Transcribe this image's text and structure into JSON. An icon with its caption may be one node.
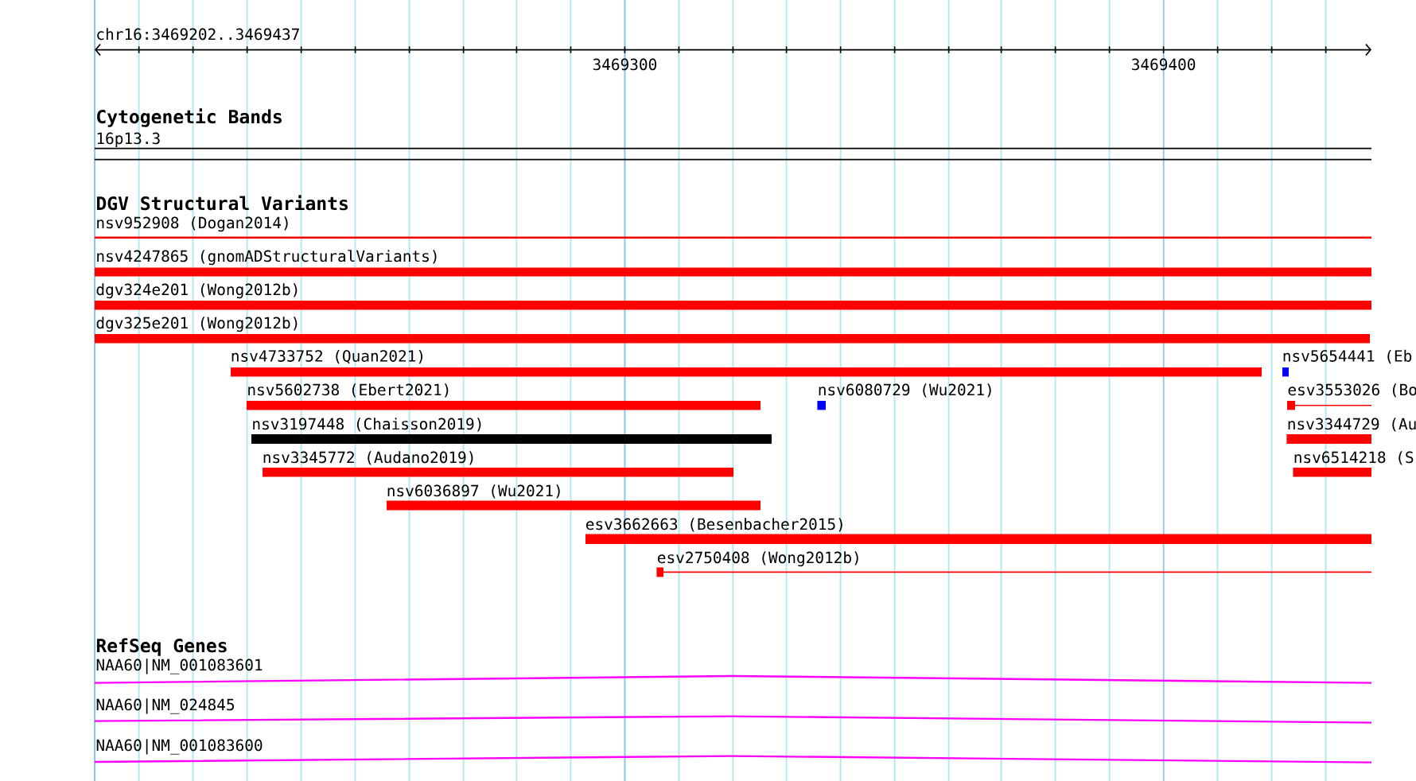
{
  "diagram": {
    "nodes": [
      {
        "text": [
          "16p13.3"
        ]
      },
      {
        "text": [
          "nsv952908 (Dogan2014)"
        ]
      },
      {
        "text": [
          "nsv4247865 (gnomADStructuralVariants)"
        ]
      },
      {
        "text": [
          "dgv324e201 (Wong2012b)"
        ]
      },
      {
        "text": [
          "dgv325e201 (Wong2012b)"
        ]
      },
      {
        "text": [
          "nsv4733752 (Quan2021)"
        ]
      },
      {
        "text": [
          "nsv5654441 (Eb"
        ]
      },
      {
        "text": [
          "nsv5602738 (Ebert2021)"
        ]
      },
      {
        "text": [
          "nsv6080729 (Wu2021)"
        ]
      },
      {
        "text": [
          "esv3553026 (Bo"
        ]
      },
      {
        "text": [
          "nsv3197448 (Chaisson2019)"
        ]
      },
      {
        "text": [
          "nsv3344729 (Au"
        ]
      },
      {
        "text": [
          "nsv3345772 (Audano2019)"
        ]
      },
      {
        "text": [
          "nsv6514218 (S"
        ]
      },
      {
        "text": [
          "nsv6036897 (Wu2021)"
        ]
      },
      {
        "text": [
          "esv3662663 (Besenbacher2015)"
        ]
      },
      {
        "text": [
          "esv2750408 (Wong2012b)"
        ]
      },
      {
        "text": [
          "NAA60|NM_001083601"
        ]
      },
      {
        "text": [
          "NAA60|NM_024845"
        ]
      },
      {
        "text": [
          "NAA60|NM_001083600"
        ]
      }
    ],
    "labels": [
      "chr16:3469202..3469437",
      "3469300",
      "3469400",
      "Cytogenetic Bands",
      "DGV Structural Variants",
      "RefSeq Genes"
    ]
  }
}
